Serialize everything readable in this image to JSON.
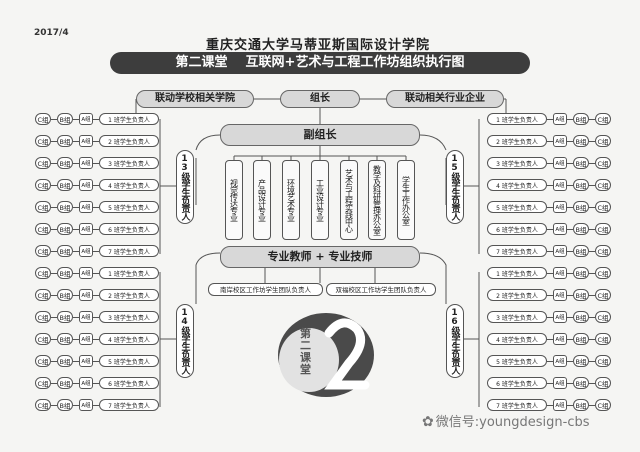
{
  "header": {
    "date": "2017/4",
    "institution": "重庆交通大学马蒂亚斯国际设计学院",
    "title_left": "第二课堂",
    "title_right": "互联网+艺术与工程工作坊组织执行图"
  },
  "top_row": {
    "left": "联动学校相关学院",
    "center": "组长",
    "right": "联动相关行业企业"
  },
  "deputy": "副组长",
  "departments": [
    "视觉传达专业",
    "产品设计专业",
    "环境艺术专业",
    "工业设计专业",
    "艺术与工程实践中心",
    "教学及科研管理办公室",
    "学生工作办公室"
  ],
  "teachers": "专业教师 + 专业技师",
  "grade_leads": {
    "g13": "13级学生负责人",
    "g14": "14级学生负责人",
    "g15": "15级学生负责人",
    "g16": "16级学生负责人"
  },
  "campus": {
    "left": "南岸校区工作坊学生团队负责人",
    "right": "双福校区工作坊学生团队负责人"
  },
  "group_labels": {
    "c": "C组",
    "b": "B组",
    "a": "A组"
  },
  "class_leads": [
    "1 班学生负责人",
    "2 班学生负责人",
    "3 班学生负责人",
    "4 班学生负责人",
    "5 班学生负责人",
    "6 班学生负责人",
    "7 班学生负责人"
  ],
  "logo": {
    "digit": "2",
    "text": "第二课堂"
  },
  "watermark": {
    "prefix": "微信号:",
    "account": "youngdesign-cbs"
  }
}
